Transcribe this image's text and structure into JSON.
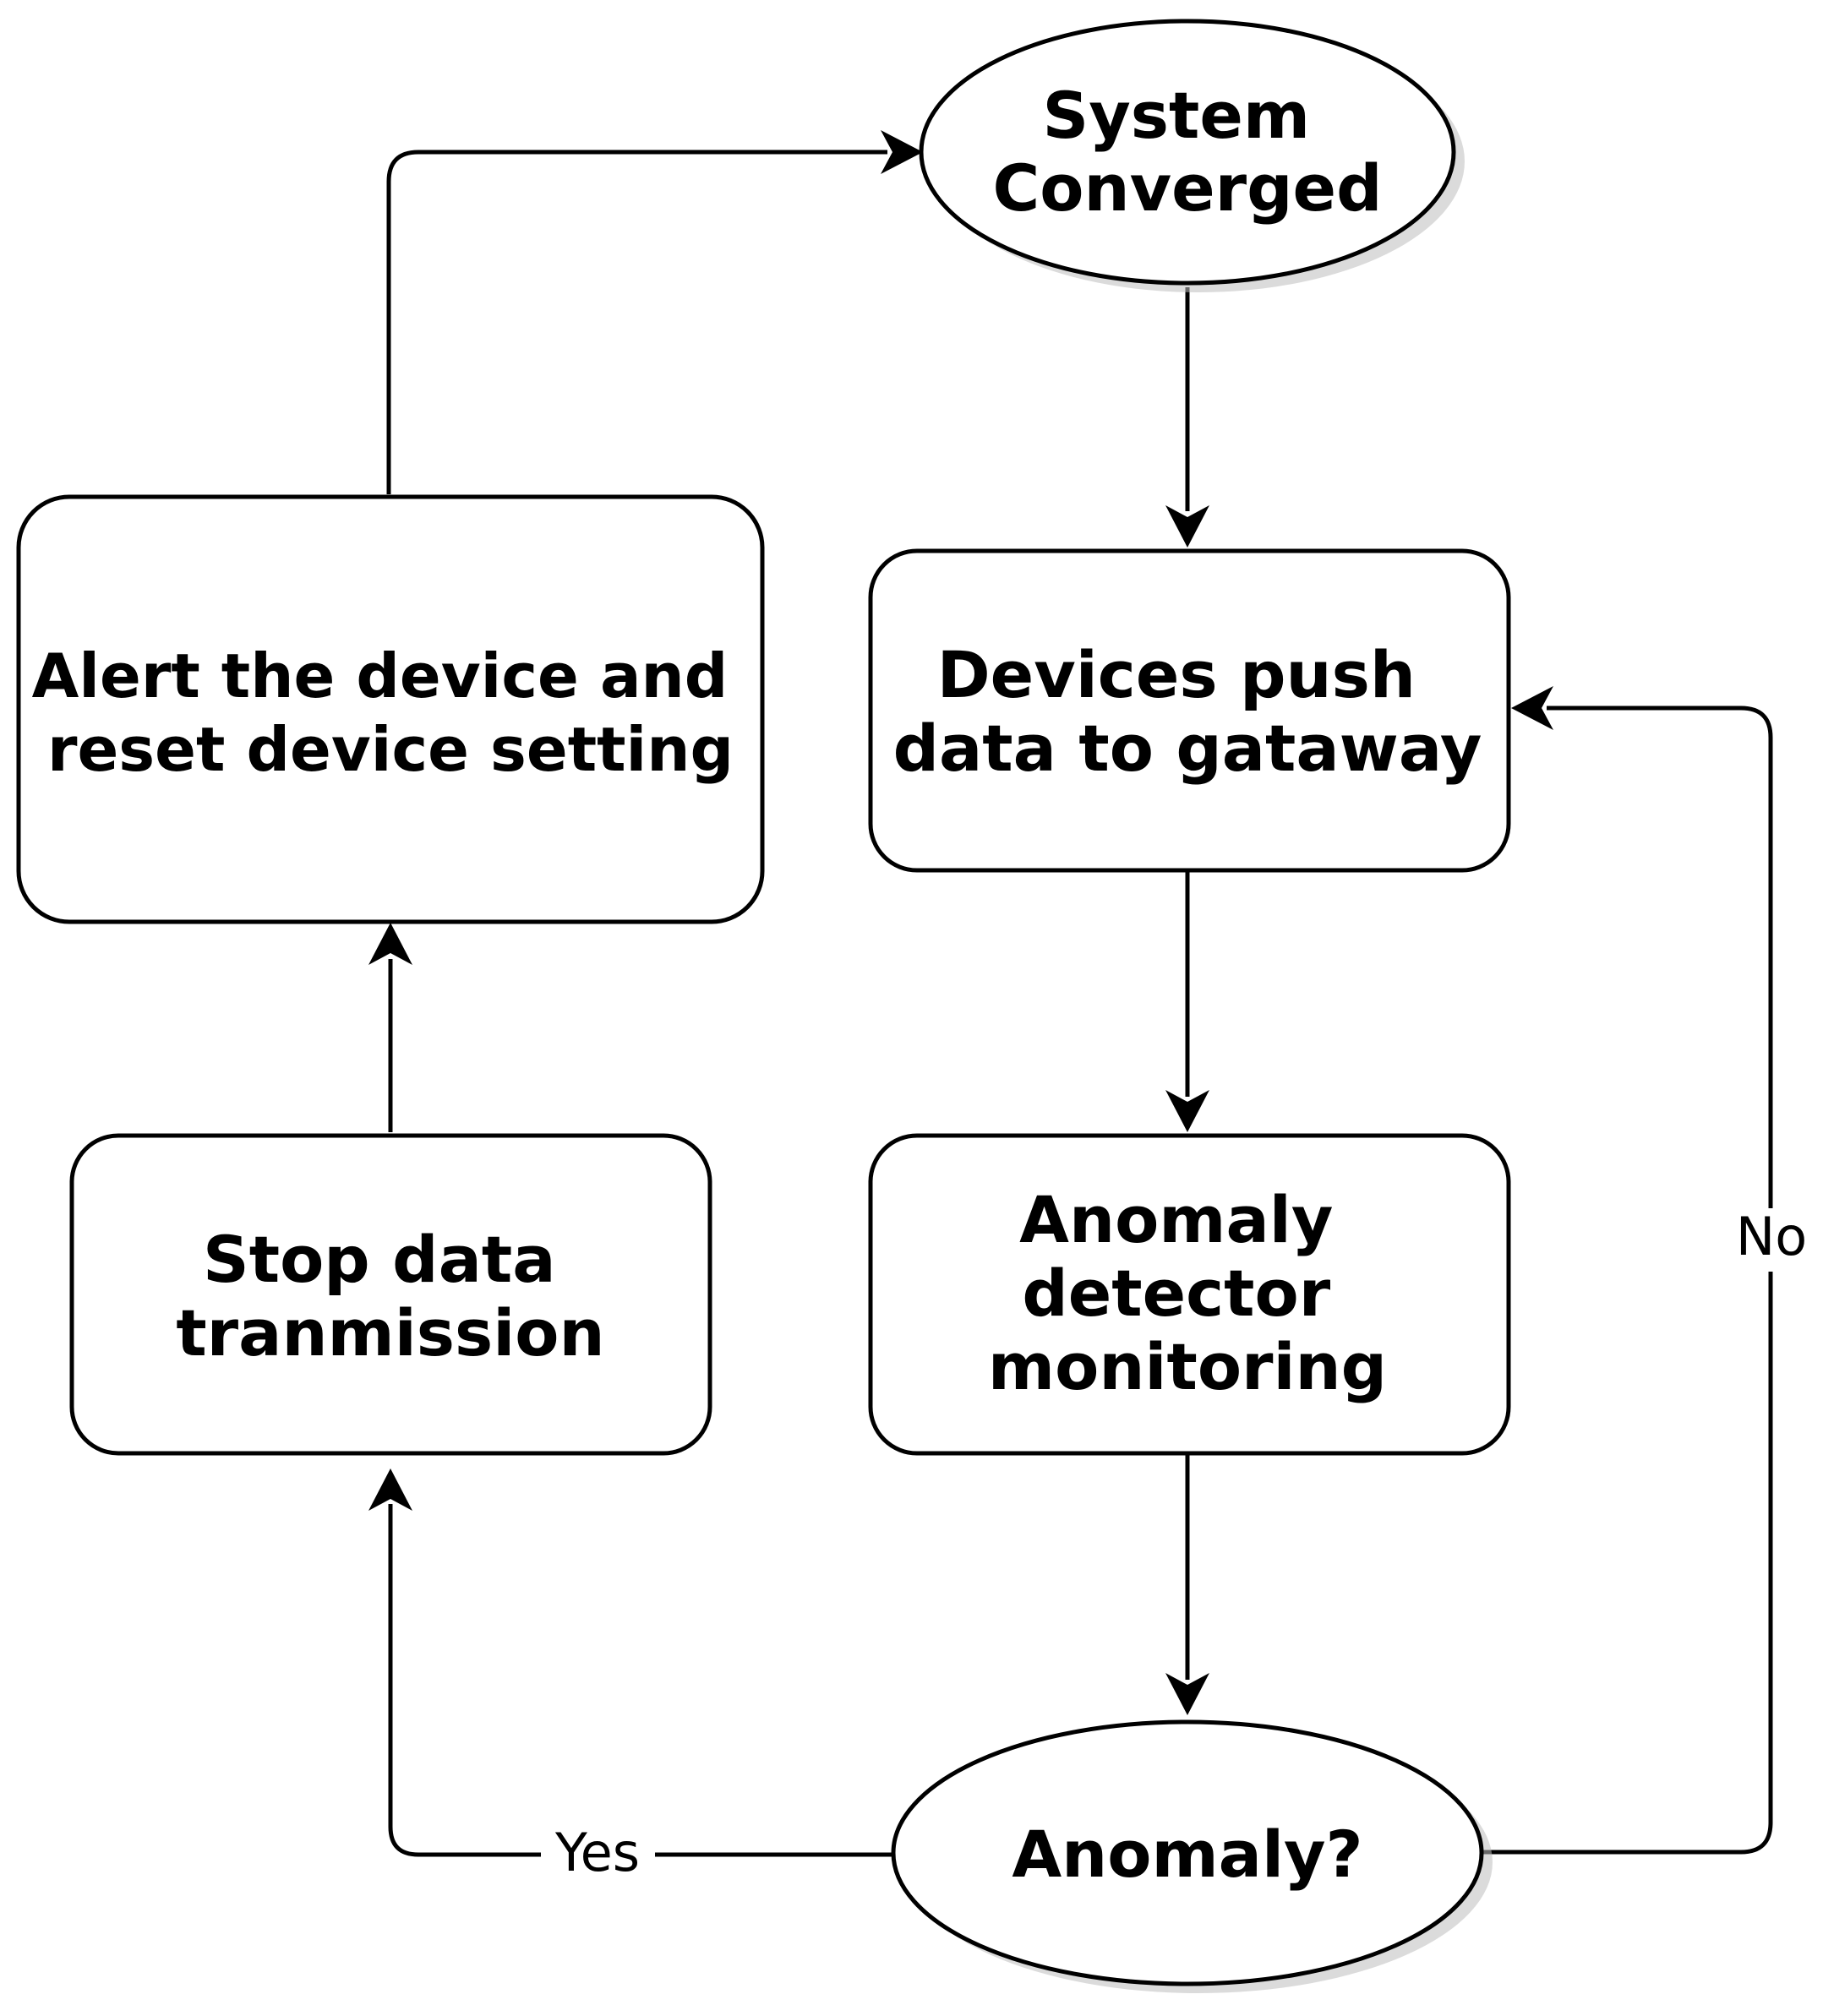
{
  "diagram": {
    "nodes": {
      "system_converged": {
        "lines": [
          "System",
          "Converged"
        ]
      },
      "devices_push": {
        "lines": [
          "Devices push",
          "data to gataway"
        ]
      },
      "anomaly_detector": {
        "lines": [
          "Anomaly",
          "detector",
          "monitoring"
        ]
      },
      "anomaly_decision": {
        "lines": [
          "Anomaly?"
        ]
      },
      "stop_transmission": {
        "lines": [
          "Stop data",
          "tranmission"
        ]
      },
      "alert_reset": {
        "lines": [
          "Alert the device and",
          "reset device setting"
        ]
      }
    },
    "edges": {
      "yes_label": "Yes",
      "no_label": "No"
    }
  }
}
